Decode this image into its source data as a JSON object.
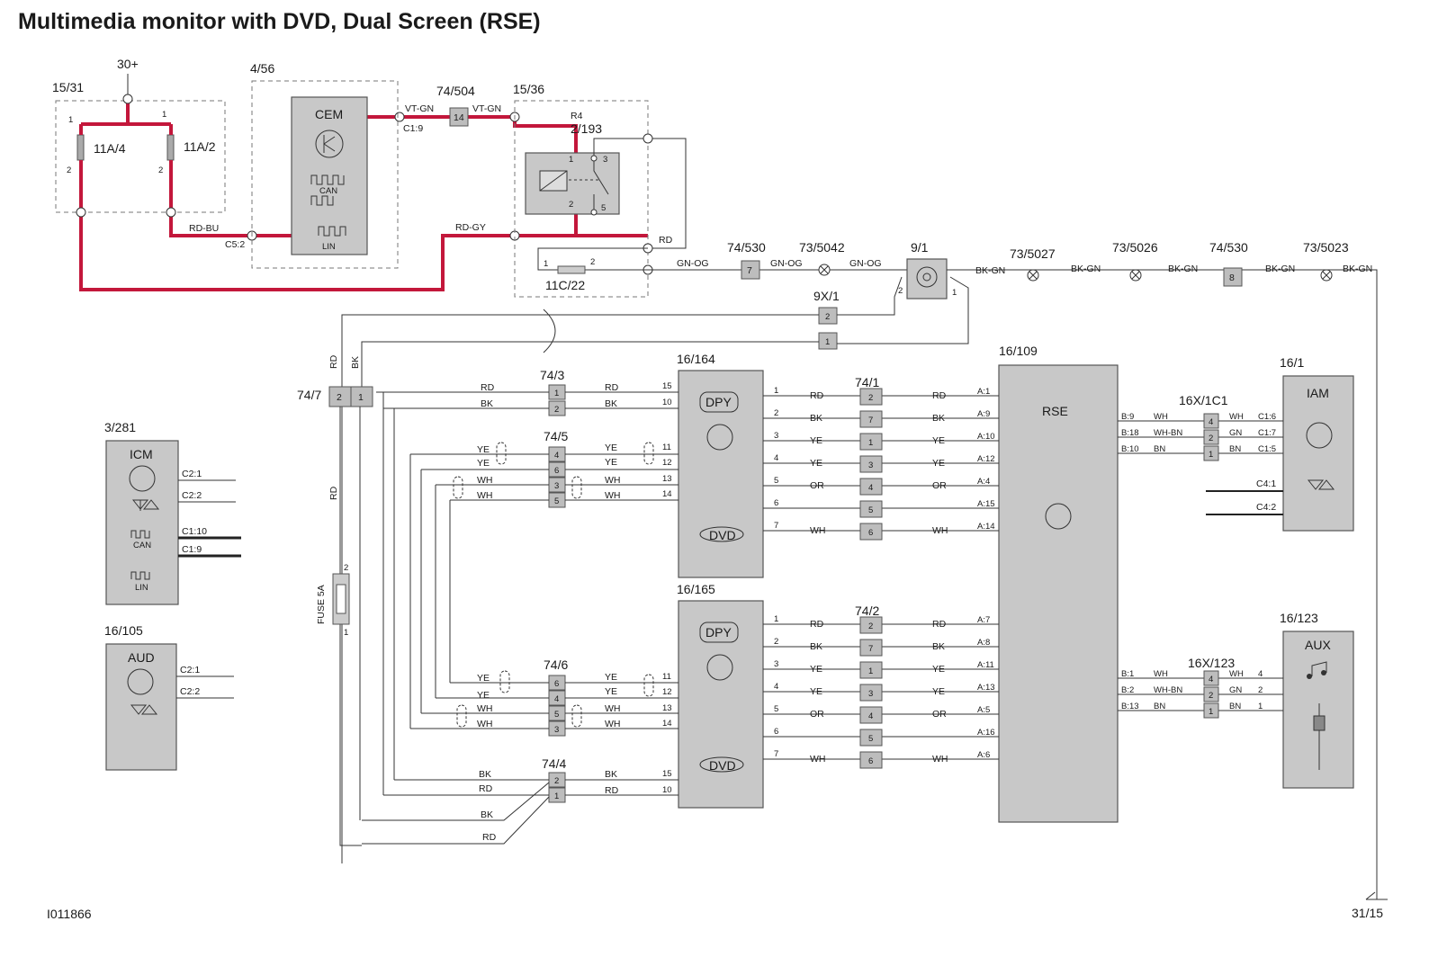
{
  "title": "Multimedia monitor with DVD, Dual Screen (RSE)",
  "doc_id": "I011866",
  "ground": "31/15",
  "supply": "30+",
  "components": {
    "fusebox": {
      "id": "15/31",
      "fuse1": "11A/4",
      "fuse2": "11A/2",
      "p1": "1",
      "p2": "2"
    },
    "cem": {
      "id": "4/56",
      "name": "CEM",
      "can": "CAN",
      "lin": "LIN",
      "pin_c19": "C1:9",
      "pin_c52": "C5:2"
    },
    "relay": {
      "id": "15/36",
      "ref": "R4",
      "ref2": "2/193",
      "fuse": "11C/22",
      "pins": [
        "1",
        "3",
        "2",
        "5"
      ]
    },
    "pwr_conn": {
      "id": "74/504",
      "pin": "14"
    },
    "conn_530a": {
      "id": "74/530",
      "pin": "7"
    },
    "conn_530b": {
      "id": "74/530",
      "pin": "8"
    },
    "splices": [
      "73/5042",
      "73/5027",
      "73/5026",
      "73/5023"
    ],
    "conn_9_1": {
      "id": "9/1",
      "p1": "1",
      "p2": "2"
    },
    "conn_9x1": {
      "id": "9X/1",
      "pins": [
        "2",
        "1"
      ]
    },
    "conn_747": {
      "id": "74/7",
      "pins": [
        "2",
        "1"
      ],
      "wires": [
        "RD",
        "BK"
      ]
    },
    "fuse5a": {
      "label": "FUSE 5A",
      "p1": "1",
      "p2": "2",
      "wire": "RD"
    },
    "icm": {
      "id": "3/281",
      "name": "ICM",
      "can": "CAN",
      "lin": "LIN",
      "pins": [
        "C2:1",
        "C2:2",
        "C1:10",
        "C1:9"
      ]
    },
    "aud": {
      "id": "16/105",
      "name": "AUD",
      "pins": [
        "C2:1",
        "C2:2"
      ]
    },
    "dpy1": {
      "id": "16/164",
      "dpy": "DPY",
      "dvd": "DVD"
    },
    "dpy2": {
      "id": "16/165",
      "dpy": "DPY",
      "dvd": "DVD"
    },
    "rse": {
      "id": "16/109",
      "name": "RSE"
    },
    "iam": {
      "id": "16/1",
      "name": "IAM"
    },
    "aux": {
      "id": "16/123",
      "name": "AUX"
    },
    "c743": {
      "id": "74/3",
      "pins": [
        "1",
        "2"
      ],
      "in": [
        "RD",
        "BK"
      ],
      "out": [
        "RD",
        "BK"
      ],
      "dpy_pins": [
        "15",
        "10"
      ]
    },
    "c745": {
      "id": "74/5",
      "pins": [
        "4",
        "6",
        "3",
        "5"
      ],
      "in": [
        "YE",
        "YE",
        "WH",
        "WH"
      ],
      "out": [
        "YE",
        "YE",
        "WH",
        "WH"
      ],
      "dpy_pins": [
        "11",
        "12",
        "13",
        "14"
      ]
    },
    "c746": {
      "id": "74/6",
      "pins": [
        "6",
        "4",
        "5",
        "3"
      ],
      "in": [
        "YE",
        "YE",
        "WH",
        "WH"
      ],
      "out": [
        "YE",
        "YE",
        "WH",
        "WH"
      ],
      "dpy_pins": [
        "11",
        "12",
        "13",
        "14"
      ]
    },
    "c744": {
      "id": "74/4",
      "pins": [
        "2",
        "1"
      ],
      "in": [
        "BK",
        "RD"
      ],
      "out": [
        "BK",
        "RD"
      ],
      "dpy_pins": [
        "15",
        "10"
      ],
      "low": [
        "BK",
        "RD"
      ]
    },
    "c741": {
      "id": "74/1",
      "pins": [
        "2",
        "7",
        "1",
        "3",
        "4",
        "5",
        "6"
      ]
    },
    "c742": {
      "id": "74/2",
      "pins": [
        "2",
        "7",
        "1",
        "3",
        "4",
        "5",
        "6"
      ]
    },
    "dpy_out_pins": [
      "1",
      "2",
      "3",
      "4",
      "5",
      "6",
      "7"
    ],
    "dpy_left_colors": [
      "RD",
      "BK",
      "YE",
      "YE",
      "OR",
      "",
      "WH"
    ],
    "rse_colors": [
      "RD",
      "BK",
      "YE",
      "YE",
      "OR",
      "",
      "WH"
    ],
    "rse_pins_a": [
      "A:1",
      "A:9",
      "A:10",
      "A:12",
      "A:4",
      "A:15",
      "A:14"
    ],
    "rse_pins_b": [
      "A:7",
      "A:8",
      "A:11",
      "A:13",
      "A:5",
      "A:16",
      "A:6"
    ],
    "c16x1c1": {
      "id": "16X/1C1",
      "pins": [
        "4",
        "2",
        "1"
      ],
      "rse_pins": [
        "B:9",
        "B:18",
        "B:10"
      ],
      "left": [
        "WH",
        "WH-BN",
        "BN"
      ],
      "right": [
        "WH",
        "GN",
        "BN"
      ],
      "iam_pins": [
        "C1:6",
        "C1:7",
        "C1:5"
      ]
    },
    "iam_c4": [
      "C4:1",
      "C4:2"
    ],
    "c16x123": {
      "id": "16X/123",
      "pins": [
        "4",
        "2",
        "1"
      ],
      "rse_pins": [
        "B:1",
        "B:2",
        "B:13"
      ],
      "left": [
        "WH",
        "WH-BN",
        "BN"
      ],
      "right": [
        "WH",
        "GN",
        "BN"
      ],
      "aux_pins": [
        "4",
        "2",
        "1"
      ]
    },
    "wires_top": {
      "vtgn1": "VT-GN",
      "vtgn2": "VT-GN",
      "rdbu": "RD-BU",
      "rdgy": "RD-GY",
      "rd": "RD",
      "gnog1": "GN-OG",
      "gnog2": "GN-OG",
      "gnog3": "GN-OG",
      "bkgn": [
        "BK-GN",
        "BK-GN",
        "BK-GN",
        "BK-GN",
        "BK-GN"
      ]
    }
  }
}
